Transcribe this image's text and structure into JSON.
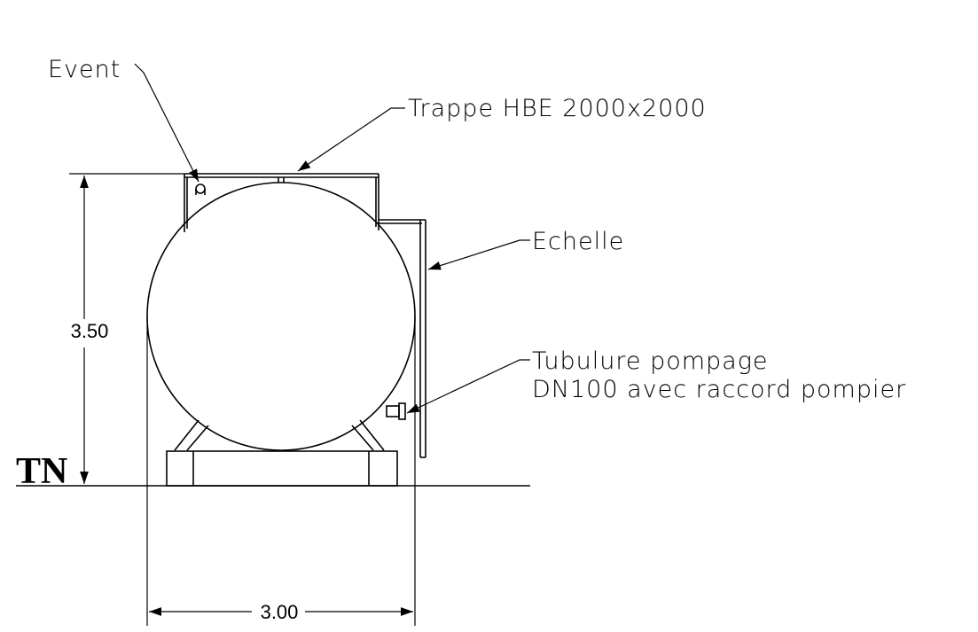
{
  "labels": {
    "vent": "Event",
    "hatch": "Trappe HBE 2000x2000",
    "ladder": "Echelle",
    "pump_line1": "Tubulure pompage",
    "pump_line2": "DN100 avec raccord pompier",
    "ground": "TN"
  },
  "dimensions": {
    "height": "3.50",
    "width": "3.00"
  }
}
